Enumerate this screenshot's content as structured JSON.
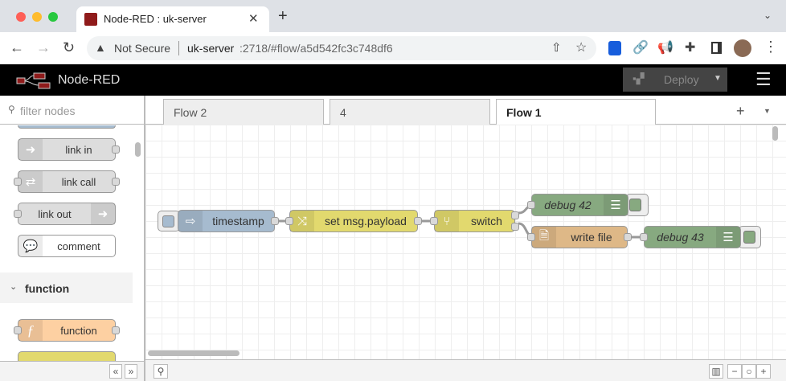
{
  "browser": {
    "tab_title": "Node-RED : uk-server",
    "security": "Not Secure",
    "url_host": "uk-server",
    "url_rest": ":2718/#flow/a5d542fc3c748df6"
  },
  "app": {
    "title": "Node-RED",
    "deploy_label": "Deploy"
  },
  "palette": {
    "filter_placeholder": "filter nodes",
    "category": "function",
    "nodes": [
      {
        "label": "link in"
      },
      {
        "label": "link call"
      },
      {
        "label": "link out"
      },
      {
        "label": "comment"
      },
      {
        "label": "function"
      }
    ]
  },
  "workspace": {
    "tabs": [
      {
        "label": "Flow 2"
      },
      {
        "label": "4"
      },
      {
        "label": "Flow 1",
        "active": true
      }
    ]
  },
  "flow": {
    "nodes": [
      {
        "label": "timestamp",
        "color": "#a6bbcf"
      },
      {
        "label": "set msg.payload",
        "color": "#e2d96e"
      },
      {
        "label": "switch",
        "color": "#e2d96e"
      },
      {
        "label": "debug 42",
        "color": "#87a980"
      },
      {
        "label": "write file",
        "color": "#deb887"
      },
      {
        "label": "debug 43",
        "color": "#87a980"
      }
    ]
  }
}
